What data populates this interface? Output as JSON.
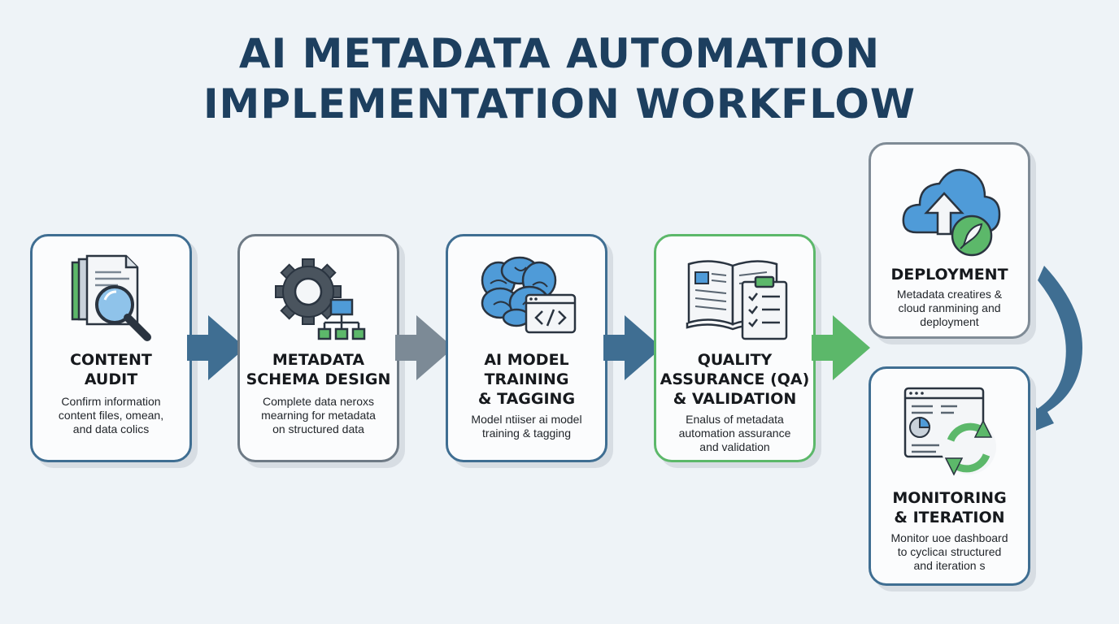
{
  "title": {
    "line1": "AI METADATA AUTOMATION",
    "line2": "IMPLEMENTATION WORKFLOW"
  },
  "steps": [
    {
      "heading": [
        "CONTENT",
        "AUDIT"
      ],
      "description": [
        "Confirm information",
        "content files, omean,",
        "and data colics"
      ],
      "color": "#3f6e92",
      "icon": "document-magnifier-icon"
    },
    {
      "heading": [
        "METADATA",
        "SCHEMA DESIGN"
      ],
      "description": [
        "Complete data neroxs",
        "mearning for metadata",
        "on structured data"
      ],
      "color": "#6e7a85",
      "icon": "gear-hierarchy-icon"
    },
    {
      "heading": [
        "AI MODEL",
        "TRAINING",
        "& TAGGING"
      ],
      "description": [
        "Model ntiiser ai model",
        "training & tagging"
      ],
      "color": "#3f6e92",
      "icon": "brain-code-icon"
    },
    {
      "heading": [
        "QUALITY",
        "ASSURANCE (QA)",
        "& VALIDATION"
      ],
      "description": [
        "Enalus of metadata",
        "automation assurance",
        "and validation"
      ],
      "color": "#5cb86a",
      "icon": "book-checklist-icon"
    },
    {
      "heading": [
        "DEPLOYMENT"
      ],
      "description": [
        "Metadata creatires &",
        "cloud ranmining and",
        "deployment"
      ],
      "color": "#7f8b96",
      "icon": "cloud-upload-rocket-icon"
    },
    {
      "heading": [
        "MONITORING",
        "& ITERATION"
      ],
      "description": [
        "Monitor uoe dashboard",
        "to cyclicaı structured",
        "and iteration s"
      ],
      "color": "#3f6e92",
      "icon": "dashboard-refresh-icon"
    }
  ],
  "colors": {
    "background": "#eef3f7",
    "title": "#1d3f5f",
    "blue_arrow": "#3f6e92",
    "gray_arrow": "#7c8a96",
    "green_arrow": "#5cb86a"
  }
}
